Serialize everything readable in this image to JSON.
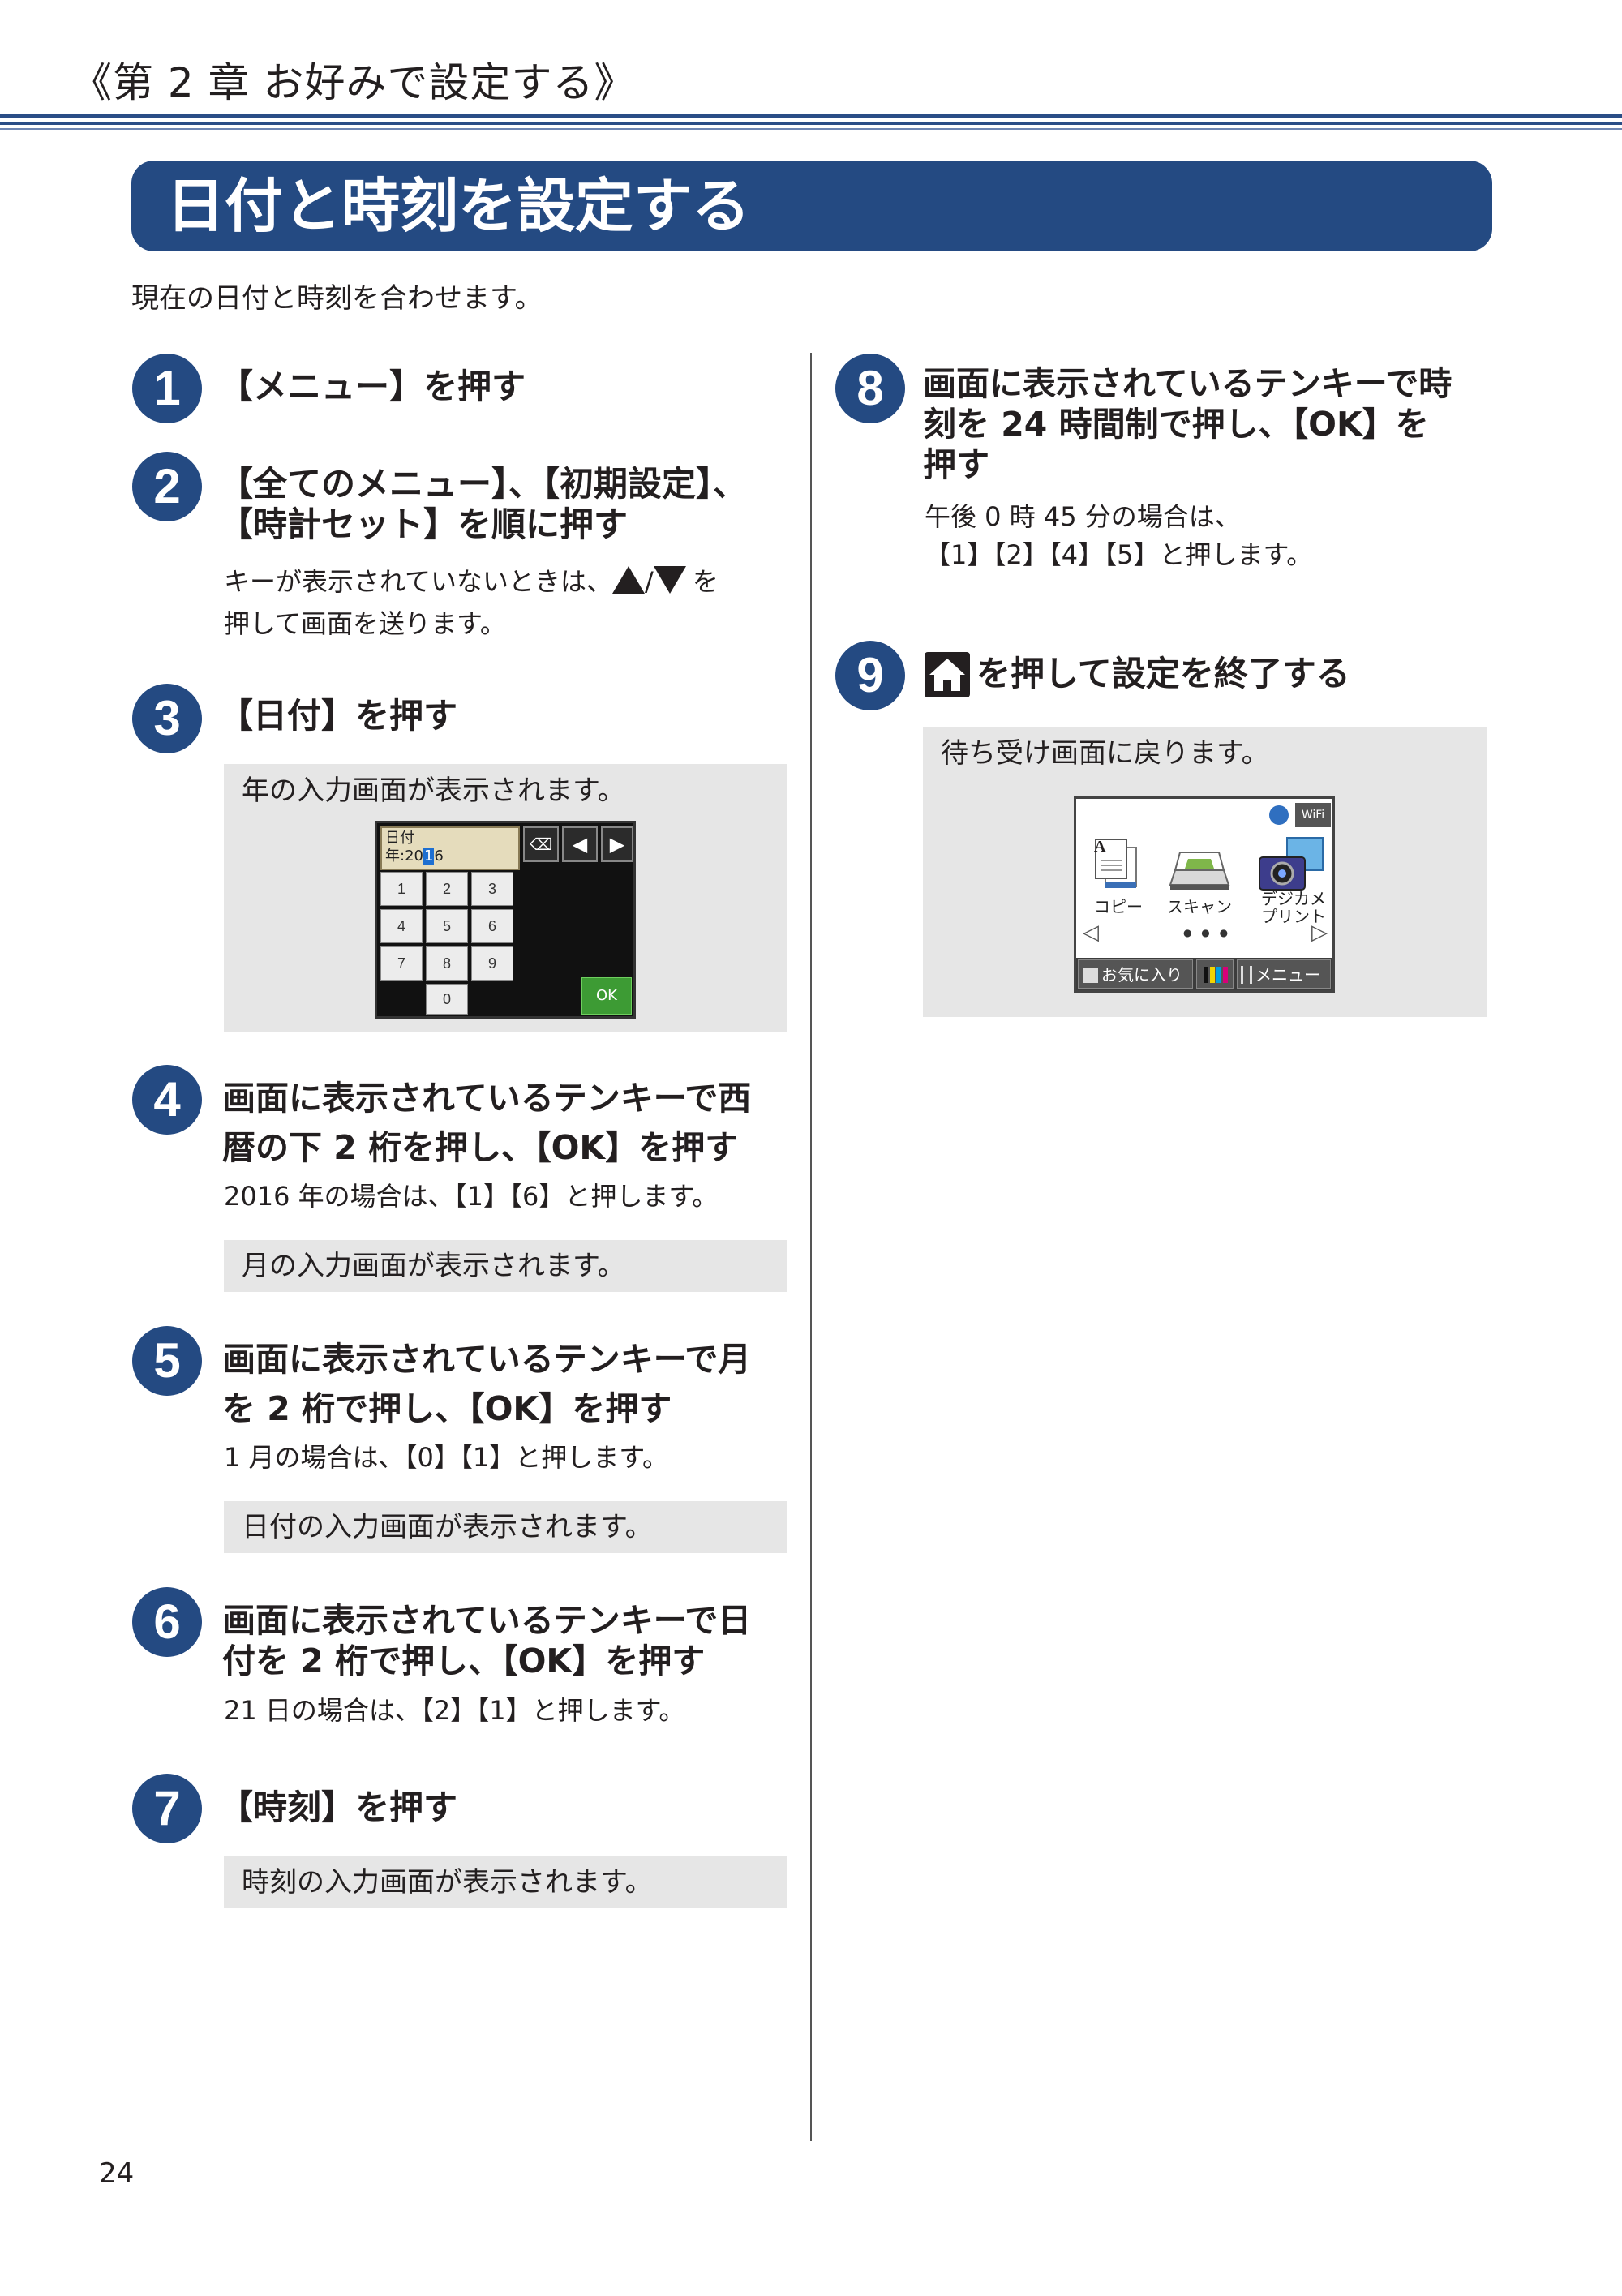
{
  "header": {
    "chapter": "《第 2 章 お好みで設定する》"
  },
  "title": "日付と時刻を設定する",
  "intro": "現在の日付と時刻を合わせます。",
  "steps": {
    "s1": {
      "num": "1",
      "title": "【メニュー】を押す"
    },
    "s2": {
      "num": "2",
      "title_line1": "【全てのメニュー】、【初期設定】、",
      "title_line2": "【時計セット】を順に押す",
      "desc_pre": "キーが表示されていないときは、",
      "desc_slash": "/",
      "desc_post1": "を",
      "desc_post2": "押して画面を送ります。",
      "up_icon": "triangle-up",
      "down_icon": "triangle-down"
    },
    "s3": {
      "num": "3",
      "title": "【日付】を押す",
      "note": "年の入力画面が表示されます。"
    },
    "s4": {
      "num": "4",
      "title_line1": "画面に表示されているテンキーで西",
      "title_line2": "暦の下 2 桁を押し、【OK】を押す",
      "desc": "2016 年の場合は、【1】【6】と押します。",
      "note": "月の入力画面が表示されます。"
    },
    "s5": {
      "num": "5",
      "title_line1": "画面に表示されているテンキーで月",
      "title_line2": "を 2 桁で押し、【OK】を押す",
      "desc": "1 月の場合は、【0】【1】と押します。",
      "note": "日付の入力画面が表示されます。"
    },
    "s6": {
      "num": "6",
      "title_line1": "画面に表示されているテンキーで日",
      "title_line2": "付を 2 桁で押し、【OK】を押す",
      "desc": "21 日の場合は、【2】【1】と押します。"
    },
    "s7": {
      "num": "7",
      "title": "【時刻】を押す",
      "note": "時刻の入力画面が表示されます。"
    },
    "s8": {
      "num": "8",
      "title_line1": "画面に表示されているテンキーで時",
      "title_line2": "刻を 24 時間制で押し、【OK】を",
      "title_line3": "押す",
      "desc_line1": "午後 0 時 45 分の場合は、",
      "desc_line2": "【1】【2】【4】【5】と押します。"
    },
    "s9": {
      "num": "9",
      "title": "を押して設定を終了する",
      "icon": "home-icon",
      "note": "待ち受け画面に戻ります。"
    }
  },
  "keypad": {
    "field_label": "日付",
    "field_value_pre": "年:20",
    "field_value_cursor": "1",
    "field_value_post": "6",
    "keys": [
      "1",
      "2",
      "3",
      "4",
      "5",
      "6",
      "7",
      "8",
      "9",
      "0"
    ],
    "ok": "OK",
    "nav_left": "◀",
    "nav_right": "▶",
    "backspace": "⌫"
  },
  "homescreen": {
    "wifi": "WiFi",
    "copy": "コピー",
    "scan": "スキャン",
    "photo_line1": "デジカメ",
    "photo_line2": "プリント",
    "prev": "◁",
    "next": "▷",
    "dots": "● ● ●",
    "favorites": "お気に入り",
    "menu": "メニュー",
    "doc_letter": "A"
  },
  "page_number": "24",
  "colors": {
    "accent": "#244a82",
    "note_bg": "#e6e6e6"
  }
}
